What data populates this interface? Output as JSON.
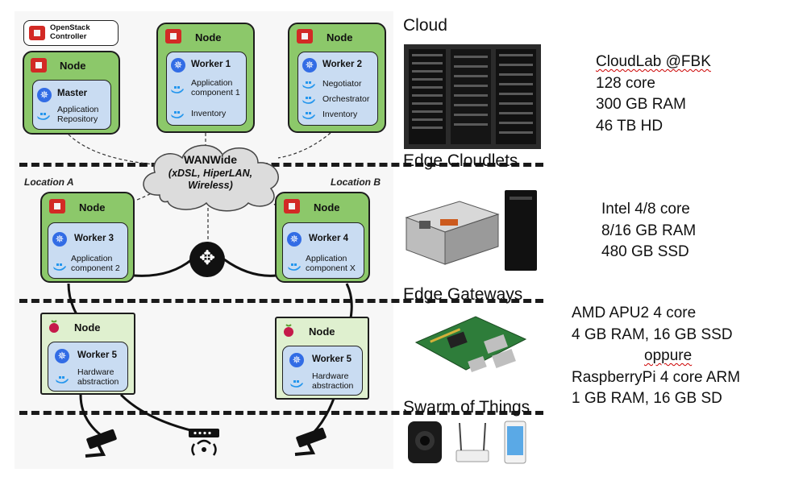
{
  "controller": {
    "label": "OpenStack Controller"
  },
  "cloud_nodes": [
    {
      "title": "Node",
      "worker": "Master",
      "items": [
        "Application Repository"
      ]
    },
    {
      "title": "Node",
      "worker": "Worker 1",
      "items": [
        "Application component 1",
        "Inventory"
      ]
    },
    {
      "title": "Node",
      "worker": "Worker 2",
      "items": [
        "Negotiator",
        "Orchestrator",
        "Inventory"
      ]
    }
  ],
  "wan": {
    "title": "WANWide",
    "sub": "(xDSL, HiperLAN, Wireless)"
  },
  "locations": {
    "a": "Location A",
    "b": "Location B"
  },
  "edge_nodes": [
    {
      "title": "Node",
      "worker": "Worker 3",
      "items": [
        "Application component 2"
      ]
    },
    {
      "title": "Node",
      "worker": "Worker 4",
      "items": [
        "Application component X"
      ]
    }
  ],
  "gateway_nodes": [
    {
      "title": "Node",
      "worker": "Worker 5",
      "items": [
        "Hardware abstraction"
      ]
    },
    {
      "title": "Node",
      "worker": "Worker 5",
      "items": [
        "Hardware abstraction"
      ]
    }
  ],
  "tiers": {
    "cloud": "Cloud",
    "cloudlets": "Edge Cloudlets",
    "gateways": "Edge Gateways",
    "things": "Swarm of Things"
  },
  "specs": {
    "cloud": [
      "CloudLab @FBK",
      "128 core",
      "300 GB RAM",
      "46 TB HD"
    ],
    "cloudlets": [
      "Intel 4/8 core",
      "8/16 GB RAM",
      "480 GB SSD"
    ],
    "gateways": [
      "AMD APU2 4 core",
      "4 GB RAM, 16 GB SSD",
      "oppure",
      "RaspberryPi 4 core ARM",
      "1 GB RAM, 16 GB SD"
    ]
  },
  "colors": {
    "node_green": "#8cc86a",
    "worker_blue": "#c9dcf2",
    "rpi_green": "#dff0cf",
    "openstack_red": "#d22a25",
    "kubernetes_blue": "#326ce5"
  }
}
